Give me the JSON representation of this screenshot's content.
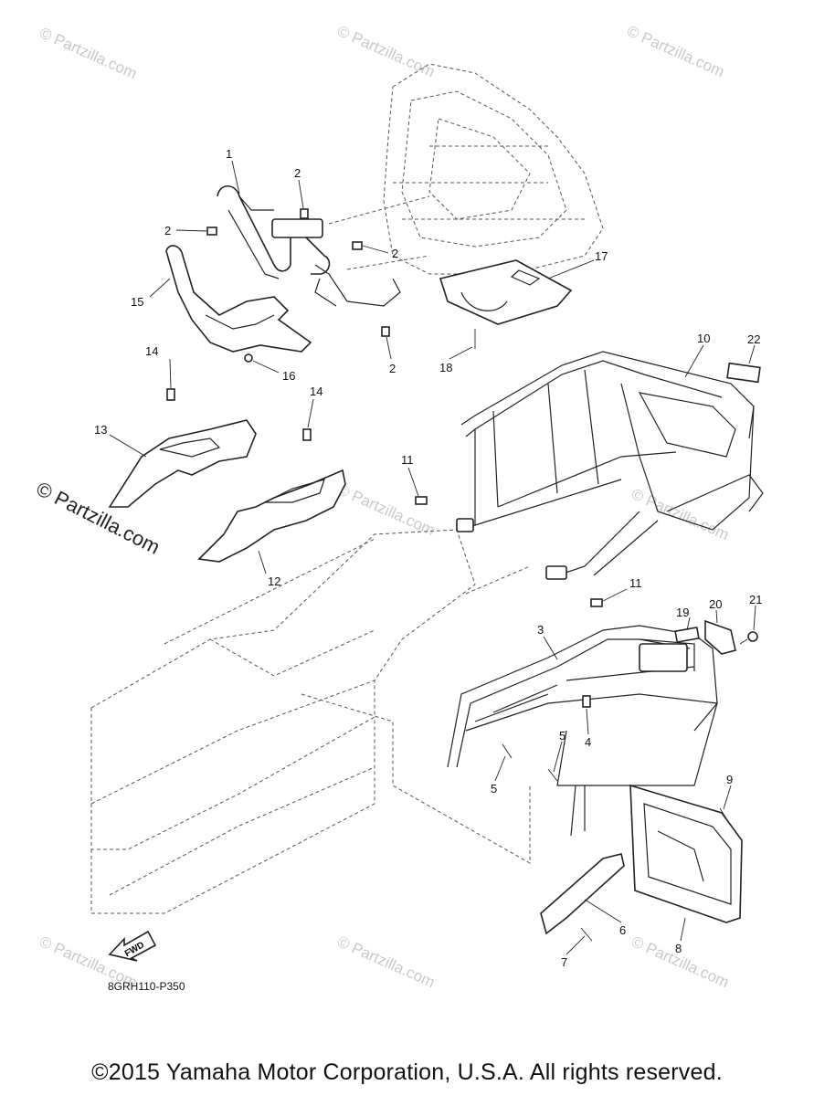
{
  "watermark": {
    "text": "© Partzilla.com"
  },
  "callouts": [
    {
      "id": "c1",
      "number": "1"
    },
    {
      "id": "c2a",
      "number": "2"
    },
    {
      "id": "c2b",
      "number": "2"
    },
    {
      "id": "c2c",
      "number": "2"
    },
    {
      "id": "c2d",
      "number": "2"
    },
    {
      "id": "c3",
      "number": "3"
    },
    {
      "id": "c4",
      "number": "4"
    },
    {
      "id": "c5a",
      "number": "5"
    },
    {
      "id": "c5b",
      "number": "5"
    },
    {
      "id": "c6",
      "number": "6"
    },
    {
      "id": "c7",
      "number": "7"
    },
    {
      "id": "c8",
      "number": "8"
    },
    {
      "id": "c9",
      "number": "9"
    },
    {
      "id": "c10",
      "number": "10"
    },
    {
      "id": "c11a",
      "number": "11"
    },
    {
      "id": "c11b",
      "number": "11"
    },
    {
      "id": "c12",
      "number": "12"
    },
    {
      "id": "c13",
      "number": "13"
    },
    {
      "id": "c14a",
      "number": "14"
    },
    {
      "id": "c14b",
      "number": "14"
    },
    {
      "id": "c15",
      "number": "15"
    },
    {
      "id": "c16",
      "number": "16"
    },
    {
      "id": "c17",
      "number": "17"
    },
    {
      "id": "c18",
      "number": "18"
    },
    {
      "id": "c19",
      "number": "19"
    },
    {
      "id": "c20",
      "number": "20"
    },
    {
      "id": "c21",
      "number": "21"
    },
    {
      "id": "c22",
      "number": "22"
    }
  ],
  "fwd_badge": "FWD",
  "diagram_code": "8GRH110-P350",
  "copyright": "©2015  Yamaha Motor Corporation, U.S.A. All rights reserved."
}
